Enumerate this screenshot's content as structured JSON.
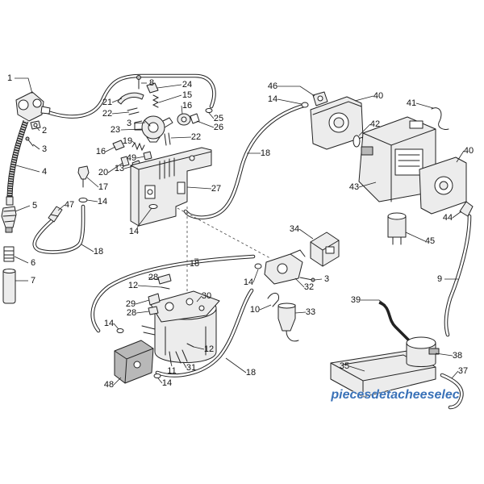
{
  "callouts": [
    "1",
    "2",
    "3",
    "4",
    "5",
    "6",
    "7",
    "8",
    "24",
    "15",
    "21",
    "22",
    "16",
    "25",
    "3",
    "26",
    "23",
    "19",
    "22",
    "16",
    "49",
    "20",
    "13",
    "17",
    "14",
    "27",
    "47",
    "14",
    "18",
    "18",
    "46",
    "14",
    "40",
    "41",
    "42",
    "18",
    "40",
    "43",
    "34",
    "44",
    "45",
    "14",
    "3",
    "32",
    "9",
    "39",
    "10",
    "33",
    "38",
    "35",
    "37",
    "28",
    "12",
    "29",
    "30",
    "28",
    "14",
    "12",
    "31",
    "11",
    "14",
    "18",
    "48"
  ],
  "watermark": {
    "text": "piecesdetacheeselec",
    "color": "#3a72b8"
  }
}
